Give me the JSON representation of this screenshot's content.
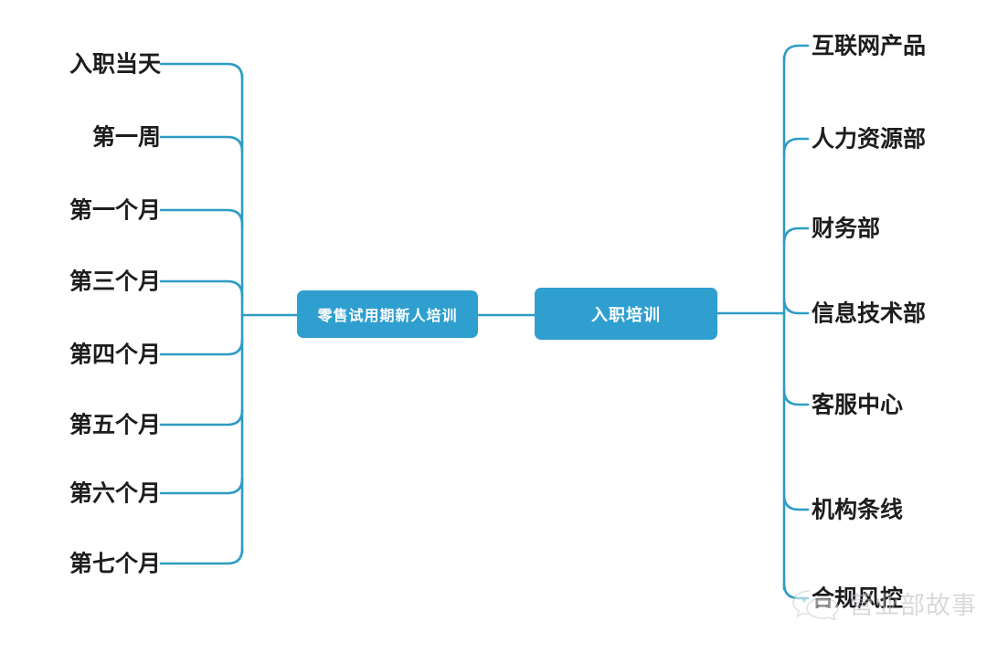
{
  "diagram": {
    "type": "mind-map",
    "background_color": "#ffffff",
    "line_color": "#2e9cc4",
    "node_fill_color": "#2f9fd0",
    "node_text_color": "#ffffff",
    "leaf_text_color": "#1d1d1f",
    "root": {
      "label": "零售试用期新人培训"
    },
    "child": {
      "label": "入职培训"
    },
    "left_branch": {
      "title": "零售试用期新人培训",
      "items": [
        {
          "label": "入职当天"
        },
        {
          "label": "第一周"
        },
        {
          "label": "第一个月"
        },
        {
          "label": "第三个月"
        },
        {
          "label": "第四个月"
        },
        {
          "label": "第五个月"
        },
        {
          "label": "第六个月"
        },
        {
          "label": "第七个月"
        }
      ]
    },
    "right_branch": {
      "title": "入职培训",
      "items": [
        {
          "label": "互联网产品"
        },
        {
          "label": "人力资源部"
        },
        {
          "label": "财务部"
        },
        {
          "label": "信息技术部"
        },
        {
          "label": "客服中心"
        },
        {
          "label": "机构条线"
        },
        {
          "label": "合规风控"
        }
      ]
    }
  },
  "watermark": {
    "text": "营业部故事",
    "icon": "wechat-bubbles-icon",
    "color": "#b9bbc0"
  }
}
